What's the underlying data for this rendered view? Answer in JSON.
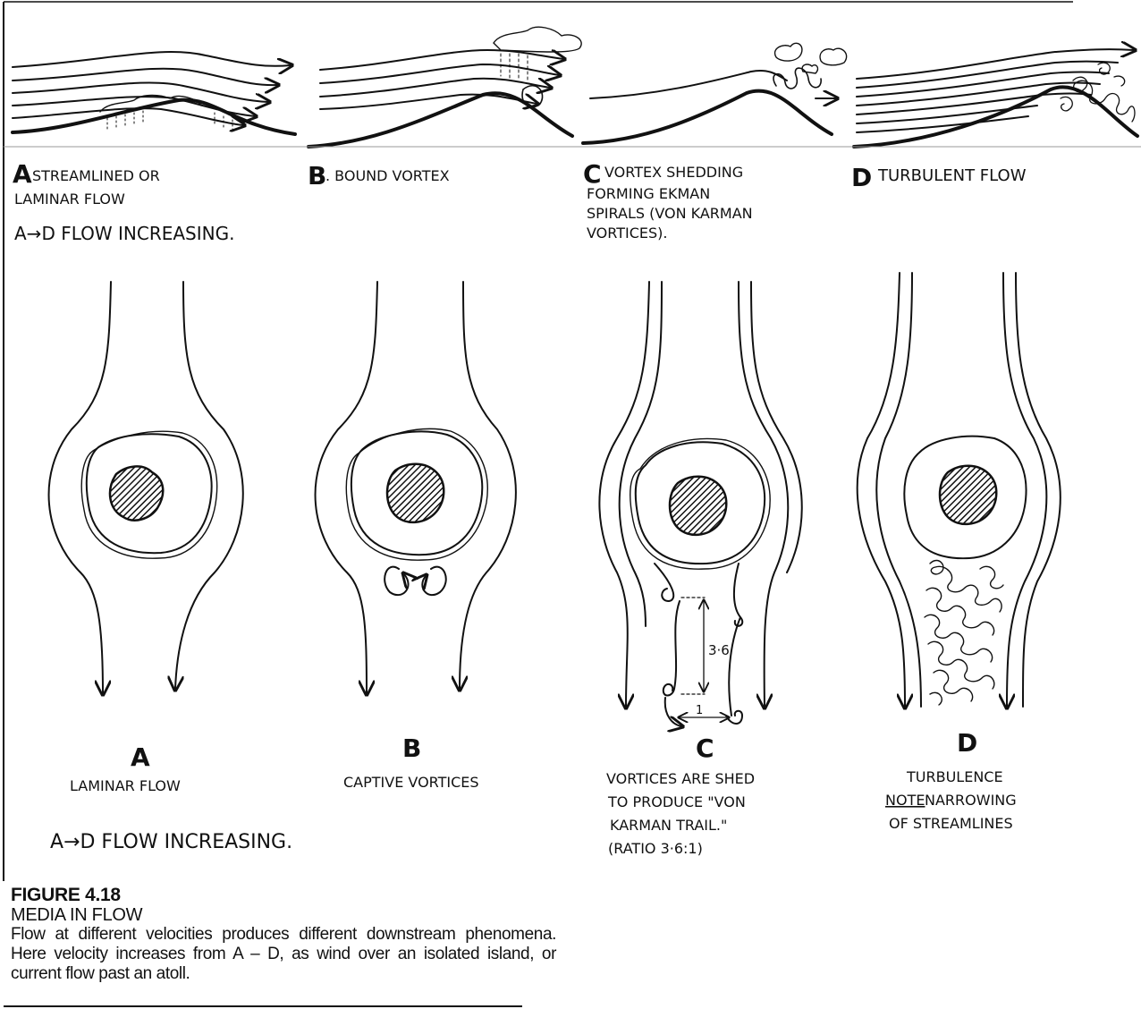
{
  "top_panels": [
    {
      "letter": "A",
      "label_line1": "STREAMLINED OR",
      "label_line2": "LAMINAR FLOW"
    },
    {
      "letter": "B",
      "label_line1": ". BOUND VORTEX"
    },
    {
      "letter": "C",
      "label_line1": "VORTEX SHEDDING",
      "label_line2": "FORMING EKMAN",
      "label_line3": "SPIRALS (VON KARMAN",
      "label_line4": "VORTICES)."
    },
    {
      "letter": "D",
      "label_line1": "TURBULENT FLOW"
    }
  ],
  "top_note": "A→D FLOW INCREASING.",
  "bottom_panels": [
    {
      "letter": "A",
      "label_line1": "LAMINAR FLOW"
    },
    {
      "letter": "B",
      "label_line1": "CAPTIVE VORTICES"
    },
    {
      "letter": "C",
      "label_line1": "VORTICES ARE SHED",
      "label_line2": "TO PRODUCE \"VON",
      "label_line3": "KARMAN TRAIL.\"",
      "label_line4": "(RATIO 3·6:1)",
      "dim_long": "3·6",
      "dim_short": "1"
    },
    {
      "letter": "D",
      "label_line1": "TURBULENCE",
      "label_note": "NOTE",
      "label_line2_rest": " NARROWING",
      "label_line3": "OF STREAMLINES"
    }
  ],
  "bottom_note": "A→D FLOW INCREASING.",
  "caption": {
    "figure_number": "FIGURE 4.18",
    "title": "MEDIA IN FLOW",
    "body": "Flow at different velocities produces different downstream phenomena. Here velocity increases from A – D, as wind over an isolated island, or current flow past an atoll."
  }
}
